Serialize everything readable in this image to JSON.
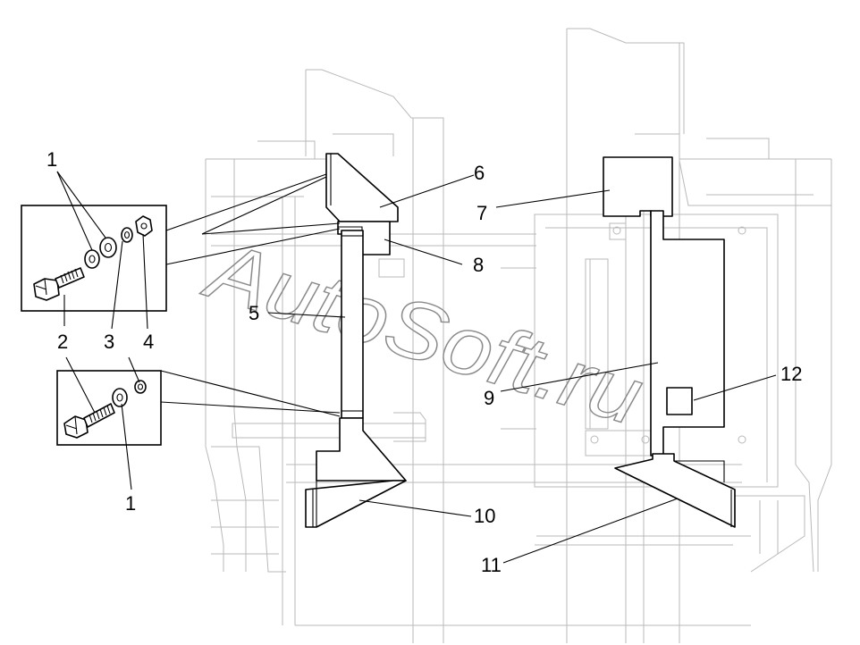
{
  "callouts": {
    "c1a": "1",
    "c1b": "1",
    "c2a": "2",
    "c2b": "2",
    "c3a": "3",
    "c3b": "3",
    "c4": "4",
    "c5": "5",
    "c6": "6",
    "c7": "7",
    "c8": "8",
    "c9": "9",
    "c10": "10",
    "c11": "11",
    "c12": "12"
  },
  "watermark": "AutoSoft.ru"
}
